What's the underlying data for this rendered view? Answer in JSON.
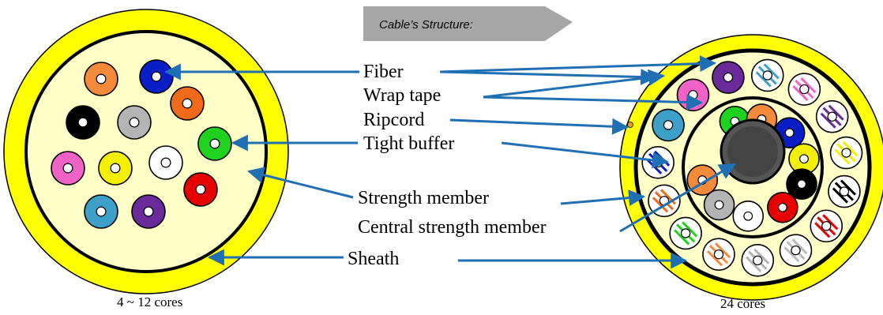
{
  "banner": {
    "text": "Cable’s Structure:"
  },
  "labels": {
    "fiber": "Fiber",
    "wrap_tape": "Wrap tape",
    "ripcord": "Ripcord",
    "tight_buffer": "Tight buffer",
    "strength_member": "Strength member",
    "central_strength_member": "Central strength member",
    "sheath": "Sheath"
  },
  "captions": {
    "left": "4 ~ 12 cores",
    "right": "24 cores"
  },
  "colors": {
    "sheath": "#ffff00",
    "sheath_edge": "#000000",
    "strength_fill": "#ffffc8",
    "arrow": "#1f6fb5",
    "banner_bg": "#a6a6a6",
    "central_member": "#555555",
    "fiber_core": "#ffffff"
  },
  "left_cable": {
    "fibers": [
      {
        "name": "orange",
        "color": "#f58a3a"
      },
      {
        "name": "blue",
        "color": "#0a1ec8"
      },
      {
        "name": "orange",
        "color": "#f06a1a"
      },
      {
        "name": "black",
        "color": "#000000"
      },
      {
        "name": "gray",
        "color": "#b4b4b4"
      },
      {
        "name": "green",
        "color": "#1ed21e"
      },
      {
        "name": "pink",
        "color": "#f062c8"
      },
      {
        "name": "yellow",
        "color": "#f5f000"
      },
      {
        "name": "white",
        "color": "#ffffff"
      },
      {
        "name": "red",
        "color": "#e60000"
      },
      {
        "name": "violet",
        "color": "#6a2a9a"
      },
      {
        "name": "aqua",
        "color": "#3ca0c8"
      }
    ]
  },
  "right_cable": {
    "inner_fibers": [
      {
        "name": "green",
        "color": "#1ed21e",
        "stripe": false
      },
      {
        "name": "orange",
        "color": "#f58a3a",
        "stripe": false
      },
      {
        "name": "blue",
        "color": "#0a1ec8",
        "stripe": false
      },
      {
        "name": "yellow",
        "color": "#f5f000",
        "stripe": false
      },
      {
        "name": "black",
        "color": "#000000",
        "stripe": false
      },
      {
        "name": "red",
        "color": "#e60000",
        "stripe": false
      },
      {
        "name": "white",
        "color": "#ffffff",
        "stripe": false
      },
      {
        "name": "gray",
        "color": "#b4b4b4",
        "stripe": false
      },
      {
        "name": "orange",
        "color": "#f58a3a",
        "stripe": false
      }
    ],
    "outer_fibers": [
      {
        "name": "violet",
        "color": "#6a2a9a",
        "stripe": false
      },
      {
        "name": "aqua-stripe",
        "color": "#3ca0c8",
        "stripe": true
      },
      {
        "name": "rose-stripe",
        "color": "#f062c8",
        "stripe": true
      },
      {
        "name": "violet-stripe",
        "color": "#6a2a9a",
        "stripe": true
      },
      {
        "name": "yellow-stripe",
        "color": "#f5f000",
        "stripe": true
      },
      {
        "name": "black-stripe",
        "color": "#000000",
        "stripe": true
      },
      {
        "name": "red-stripe",
        "color": "#e60000",
        "stripe": true
      },
      {
        "name": "white-stripe",
        "color": "#bbbbbb",
        "stripe": true
      },
      {
        "name": "gray-stripe",
        "color": "#b4b4b4",
        "stripe": true
      },
      {
        "name": "orange-stripe",
        "color": "#f58a3a",
        "stripe": true
      },
      {
        "name": "green-stripe",
        "color": "#1ed21e",
        "stripe": true
      },
      {
        "name": "orange-stripe",
        "color": "#f06a1a",
        "stripe": true
      },
      {
        "name": "blue-stripe",
        "color": "#0a1ec8",
        "stripe": true
      },
      {
        "name": "aqua",
        "color": "#3ca0c8",
        "stripe": false
      },
      {
        "name": "pink",
        "color": "#f062c8",
        "stripe": false
      }
    ]
  }
}
